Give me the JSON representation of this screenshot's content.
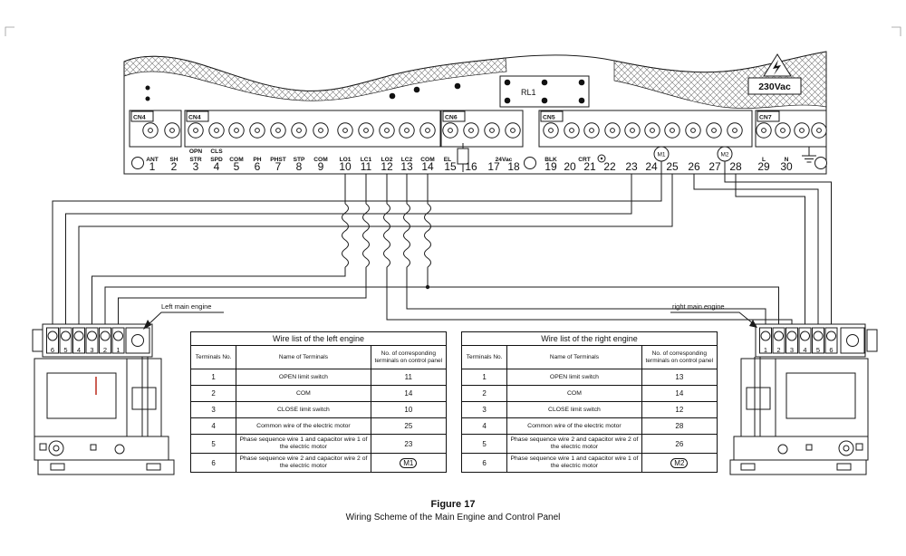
{
  "figure": {
    "title": "Figure 17",
    "caption": "Wiring Scheme of the Main Engine and Control Panel"
  },
  "panel": {
    "connectors": [
      "CN4",
      "CN4",
      "CN6",
      "CN5",
      "CN7"
    ],
    "relay_label": "RL1",
    "voltage_label": "230Vac",
    "supply_label": "24Vac",
    "m1_label": "M1",
    "m2_label": "M2",
    "terminal_labels": [
      "ANT",
      "SH",
      "OPN",
      "STR",
      "CLS",
      "SPD",
      "COM",
      "PH",
      "PHST",
      "STP",
      "COM",
      "LO1",
      "LC1",
      "LO2",
      "LC2",
      "COM",
      "EL",
      "BLK",
      "CRT",
      "L",
      "N"
    ],
    "terminal_numbers": [
      "1",
      "2",
      "3",
      "4",
      "5",
      "6",
      "7",
      "8",
      "9",
      "10",
      "11",
      "12",
      "13",
      "14",
      "15",
      "16",
      "17",
      "18",
      "19",
      "20",
      "21",
      "22",
      "23",
      "24",
      "25",
      "26",
      "27",
      "28",
      "29",
      "30"
    ]
  },
  "engines": {
    "left": {
      "label": "Left main engine",
      "terminals": [
        "6",
        "5",
        "4",
        "3",
        "2",
        "1"
      ]
    },
    "right": {
      "label": "right main engine",
      "terminals": [
        "1",
        "2",
        "3",
        "4",
        "5",
        "6"
      ]
    }
  },
  "tables": {
    "left": {
      "title": "Wire list of the left engine",
      "col_terminal": "Terminals No.",
      "col_name": "Name of Terminals",
      "col_panel": "No. of corresponding terminals on control panel",
      "rows": [
        {
          "no": "1",
          "name": "OPEN limit switch",
          "panel": "11"
        },
        {
          "no": "2",
          "name": "COM",
          "panel": "14"
        },
        {
          "no": "3",
          "name": "CLOSE limit switch",
          "panel": "10"
        },
        {
          "no": "4",
          "name": "Common wire of the electric motor",
          "panel": "25"
        },
        {
          "no": "5",
          "name": "Phase sequence wire 1 and capacitor wire 1 of the electric motor",
          "panel": "23"
        },
        {
          "no": "6",
          "name": "Phase sequence wire 2 and capacitor wire 2 of the electric motor",
          "panel": "M1"
        }
      ]
    },
    "right": {
      "title": "Wire list of the right engine",
      "col_terminal": "Terminals No.",
      "col_name": "Name of Terminals",
      "col_panel": "No. of corresponding terminals on control panel",
      "rows": [
        {
          "no": "1",
          "name": "OPEN limit switch",
          "panel": "13"
        },
        {
          "no": "2",
          "name": "COM",
          "panel": "14"
        },
        {
          "no": "3",
          "name": "CLOSE limit switch",
          "panel": "12"
        },
        {
          "no": "4",
          "name": "Common wire of the electric motor",
          "panel": "28"
        },
        {
          "no": "5",
          "name": "Phase sequence wire 2 and capacitor wire 2 of the electric motor",
          "panel": "26"
        },
        {
          "no": "6",
          "name": "Phase sequence wire 1 and capacitor wire 1 of the electric motor",
          "panel": "M2"
        }
      ]
    }
  }
}
